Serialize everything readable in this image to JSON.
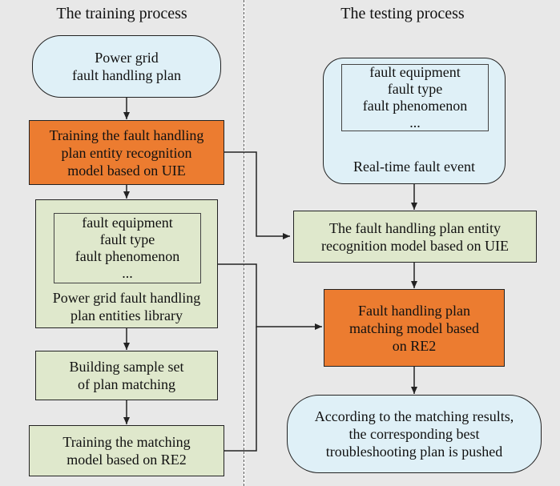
{
  "titles": {
    "training": "The training process",
    "testing": "The testing process"
  },
  "training": {
    "plan": [
      "Power grid",
      "fault handling plan"
    ],
    "recognition_training": [
      "Training the fault handling",
      "plan entity recognition",
      "model based on UIE"
    ],
    "library_items": [
      "fault equipment",
      "fault type",
      "fault phenomenon",
      "..."
    ],
    "library_label": [
      "Power grid fault handling",
      "plan entities library"
    ],
    "sample_set": [
      "Building sample set",
      "of plan matching"
    ],
    "matching_training": [
      "Training the matching",
      "model based on RE2"
    ]
  },
  "testing": {
    "event_items": [
      "fault equipment",
      "fault type",
      "fault phenomenon",
      "..."
    ],
    "event_label": "Real-time fault event",
    "recognition_model": [
      "The fault handling plan entity",
      "recognition model based on UIE"
    ],
    "matching_model": [
      "Fault handling plan",
      "matching model based",
      "on RE2"
    ],
    "result": [
      "According to the matching results,",
      "the corresponding best",
      "troubleshooting plan is pushed"
    ]
  },
  "colors": {
    "panel": "#e8e8e8",
    "blue_box": "#dff0f7",
    "green_box": "#dfe8cc",
    "orange_box": "#ec7c30",
    "line": "#222222"
  }
}
